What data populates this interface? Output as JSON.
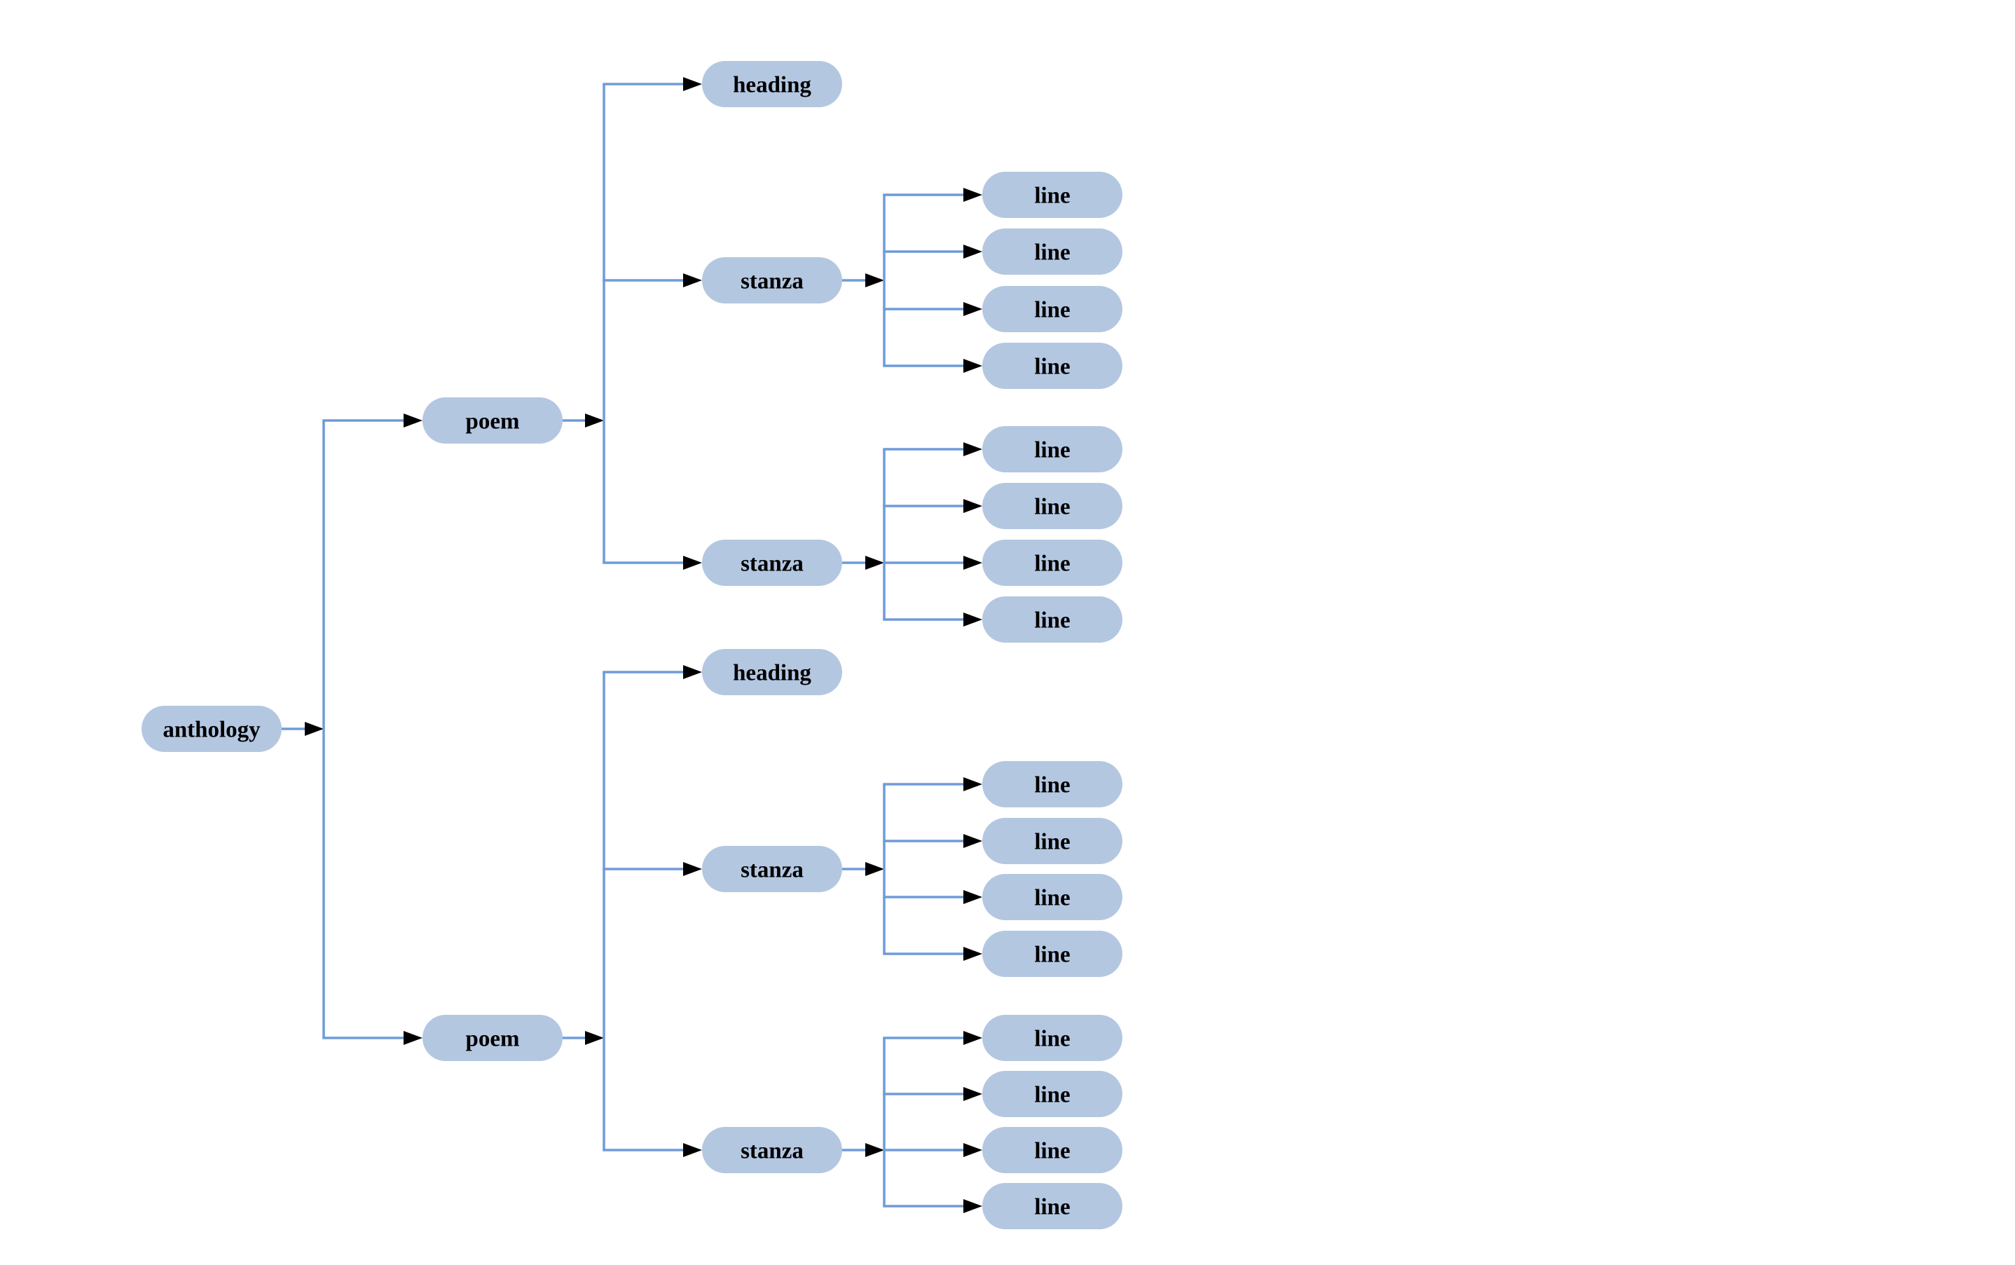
{
  "diagram": {
    "type": "tree",
    "orientation": "left-to-right",
    "colors": {
      "background": "#ffffff",
      "node_fill": "#b4c7e1",
      "edge": "#6f9bd8",
      "arrowhead": "#000000",
      "label": "#000000"
    },
    "node_labels": [
      "anthology",
      "poem",
      "heading",
      "stanza",
      "line"
    ],
    "tree": {
      "id": "anthology",
      "label": "anthology",
      "children": [
        {
          "id": "poem-1",
          "label": "poem",
          "children": [
            {
              "id": "heading-1",
              "label": "heading",
              "children": []
            },
            {
              "id": "stanza-1",
              "label": "stanza",
              "children": [
                {
                  "id": "line-1-1",
                  "label": "line",
                  "children": []
                },
                {
                  "id": "line-1-2",
                  "label": "line",
                  "children": []
                },
                {
                  "id": "line-1-3",
                  "label": "line",
                  "children": []
                },
                {
                  "id": "line-1-4",
                  "label": "line",
                  "children": []
                }
              ]
            },
            {
              "id": "stanza-2",
              "label": "stanza",
              "children": [
                {
                  "id": "line-2-1",
                  "label": "line",
                  "children": []
                },
                {
                  "id": "line-2-2",
                  "label": "line",
                  "children": []
                },
                {
                  "id": "line-2-3",
                  "label": "line",
                  "children": []
                },
                {
                  "id": "line-2-4",
                  "label": "line",
                  "children": []
                }
              ]
            }
          ]
        },
        {
          "id": "poem-2",
          "label": "poem",
          "children": [
            {
              "id": "heading-2",
              "label": "heading",
              "children": []
            },
            {
              "id": "stanza-3",
              "label": "stanza",
              "children": [
                {
                  "id": "line-3-1",
                  "label": "line",
                  "children": []
                },
                {
                  "id": "line-3-2",
                  "label": "line",
                  "children": []
                },
                {
                  "id": "line-3-3",
                  "label": "line",
                  "children": []
                },
                {
                  "id": "line-3-4",
                  "label": "line",
                  "children": []
                }
              ]
            },
            {
              "id": "stanza-4",
              "label": "stanza",
              "children": [
                {
                  "id": "line-4-1",
                  "label": "line",
                  "children": []
                },
                {
                  "id": "line-4-2",
                  "label": "line",
                  "children": []
                },
                {
                  "id": "line-4-3",
                  "label": "line",
                  "children": []
                },
                {
                  "id": "line-4-4",
                  "label": "line",
                  "children": []
                }
              ]
            }
          ]
        }
      ]
    }
  }
}
